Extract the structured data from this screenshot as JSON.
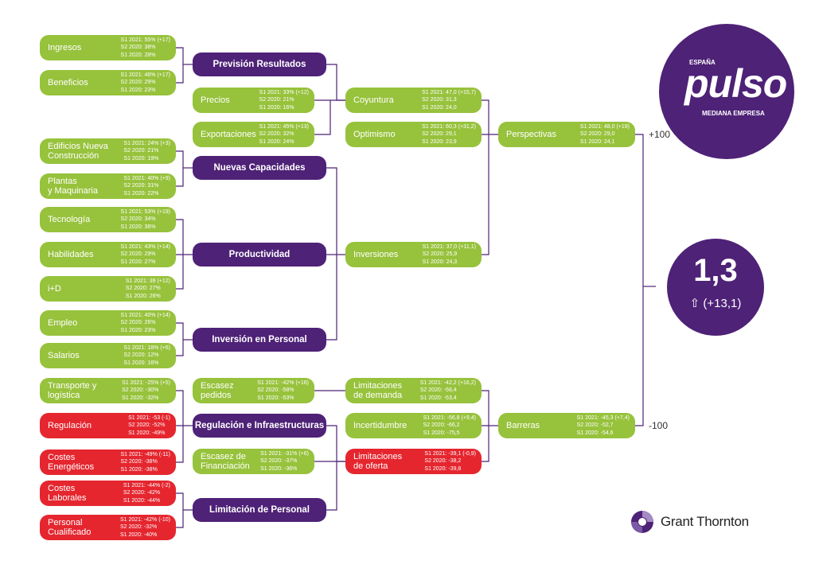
{
  "nodes": {
    "ingresos": {
      "label": "Ingresos",
      "stats": [
        "S1 2021: 55% (+17)",
        "S2 2020: 38%",
        "S1 2020: 28%"
      ]
    },
    "beneficios": {
      "label": "Beneficios",
      "stats": [
        "S1 2021: 46% (+17)",
        "S2 2020: 29%",
        "S1 2020: 23%"
      ]
    },
    "edificios": {
      "label": "Edificios Nueva\nConstrucción",
      "stats": [
        "S1 2021: 24% (+3)",
        "S2 2020: 21%",
        "S1 2020: 19%"
      ]
    },
    "plantas": {
      "label": "Plantas\ny Maquinaria",
      "stats": [
        "S1 2021: 40% (+9)",
        "S2 2020: 31%",
        "S1 2020: 22%"
      ]
    },
    "tecnologia": {
      "label": "Tecnología",
      "stats": [
        "S1 2021: 53% (+19)",
        "S2 2020: 34%",
        "S1 2020: 36%"
      ]
    },
    "habilidades": {
      "label": "Habilidades",
      "stats": [
        "S1 2021: 43% (+14)",
        "S2 2020: 29%",
        "S1 2020: 27%"
      ]
    },
    "imasd": {
      "label": "i+D",
      "stats": [
        "S1 2021: 39 (+12)",
        "S2 2020: 27%",
        "S1 2020: 26%"
      ]
    },
    "empleo": {
      "label": "Empleo",
      "stats": [
        "S1 2021: 40% (+14)",
        "S2 2020: 26%",
        "S1 2020: 23%"
      ]
    },
    "salarios": {
      "label": "Salarios",
      "stats": [
        "S1 2021: 18% (+6)",
        "S2 2020: 12%",
        "S1 2020: 16%"
      ]
    },
    "transporte": {
      "label": "Transporte y\nlogística",
      "stats": [
        "S1 2021: -25% (+5)",
        "S2 2020: -30%",
        "S1 2020: -32%"
      ]
    },
    "regulacion": {
      "label": "Regulación",
      "stats": [
        "S1 2021: -53 (-1)",
        "S2 2020: -52%",
        "S1 2020: -49%"
      ]
    },
    "costes_energeticos": {
      "label": "Costes\nEnergéticos",
      "stats": [
        "S1 2021: -49% (-11)",
        "S2 2020: -38%",
        "S1 2020: -38%"
      ]
    },
    "costes_laborales": {
      "label": "Costes\nLaborales",
      "stats": [
        "S1 2021: -44% (-2)",
        "S2 2020: -42%",
        "S1 2020: -44%"
      ]
    },
    "personal_cualificado": {
      "label": "Personal\nCualificado",
      "stats": [
        "S1 2021: -42% (-10)",
        "S2 2020: -32%",
        "S1 2020: -40%"
      ]
    },
    "prevision": {
      "label": "Previsión Resultados"
    },
    "nuevas_capacidades": {
      "label": "Nuevas Capacidades"
    },
    "productividad": {
      "label": "Productividad"
    },
    "inversion_personal": {
      "label": "Inversión en Personal"
    },
    "regulacion_infra": {
      "label": "Regulación e Infraestructuras"
    },
    "limitacion_personal": {
      "label": "Limitación de Personal"
    },
    "precios": {
      "label": "Precios",
      "stats": [
        "S1 2021: 33% (+12)",
        "S2 2020: 21%",
        "S1 2020: 16%"
      ]
    },
    "exportaciones": {
      "label": "Exportaciones",
      "stats": [
        "S1 2021: 45% (+13)",
        "S2 2020: 32%",
        "S1 2020: 24%"
      ]
    },
    "escasez_pedidos": {
      "label": "Escasez\npedidos",
      "stats": [
        "S1 2021: -42% (+16)",
        "S2 2020: -58%",
        "S1 2020: -53%"
      ]
    },
    "escasez_financiacion": {
      "label": "Escasez de\nFinanciación",
      "stats": [
        "S1 2021: -31% (+6)",
        "S2 2020: -37%",
        "S1 2020: -36%"
      ]
    },
    "coyuntura": {
      "label": "Coyuntura",
      "stats": [
        "S1 2021: 47,0 (+15,7)",
        "S2 2020: 31,3",
        "S1 2020: 24,0"
      ]
    },
    "optimismo": {
      "label": "Optimismo",
      "stats": [
        "S1 2021: 60,3 (+31,2)",
        "S2 2020: 29,1",
        "S1 2020: 23,9"
      ]
    },
    "inversiones": {
      "label": "Inversiones",
      "stats": [
        "S1 2021: 37,0 (+11,1)",
        "S2 2020: 25,9",
        "S1 2020: 24,3"
      ]
    },
    "limitaciones_demanda": {
      "label": "Limitaciones\nde demanda",
      "stats": [
        "S1 2021: -42,2 (+16,2)",
        "S2 2020: -58,4",
        "S1 2020: -53,4"
      ]
    },
    "incertidumbre": {
      "label": "Incertidumbre",
      "stats": [
        "S1 2021: -56,8 (+9,4)",
        "S2 2020: -66,2",
        "S1 2020: -75,5"
      ]
    },
    "limitaciones_oferta": {
      "label": "Limitaciones\nde oferta",
      "stats": [
        "S1 2021: -39,1 (-0,9)",
        "S2 2020: -38,2",
        "S1 2020: -39,8"
      ]
    },
    "perspectivas": {
      "label": "Perspectivas",
      "stats": [
        "S1 2021: 48,0 (+19)",
        "S2 2020: 29,0",
        "S1 2020: 24,1"
      ]
    },
    "barreras": {
      "label": "Barreras",
      "stats": [
        "S1 2021: -45,3 (+7,4)",
        "S2 2020: -52,7",
        "S1 2020: -54,6"
      ]
    }
  },
  "scale": {
    "top": "+100",
    "bottom": "-100"
  },
  "index": {
    "value": "1,3",
    "change": "⇧ (+13,1)"
  },
  "brand": {
    "country": "ESPAÑA",
    "name": "pulso",
    "subtitle": "MEDIANA EMPRESA"
  },
  "partner": {
    "name": "Grant Thornton"
  },
  "colors": {
    "positive": "#97c23c",
    "negative": "#e5262f",
    "category": "#4e2277",
    "connector": "#4e2277"
  }
}
